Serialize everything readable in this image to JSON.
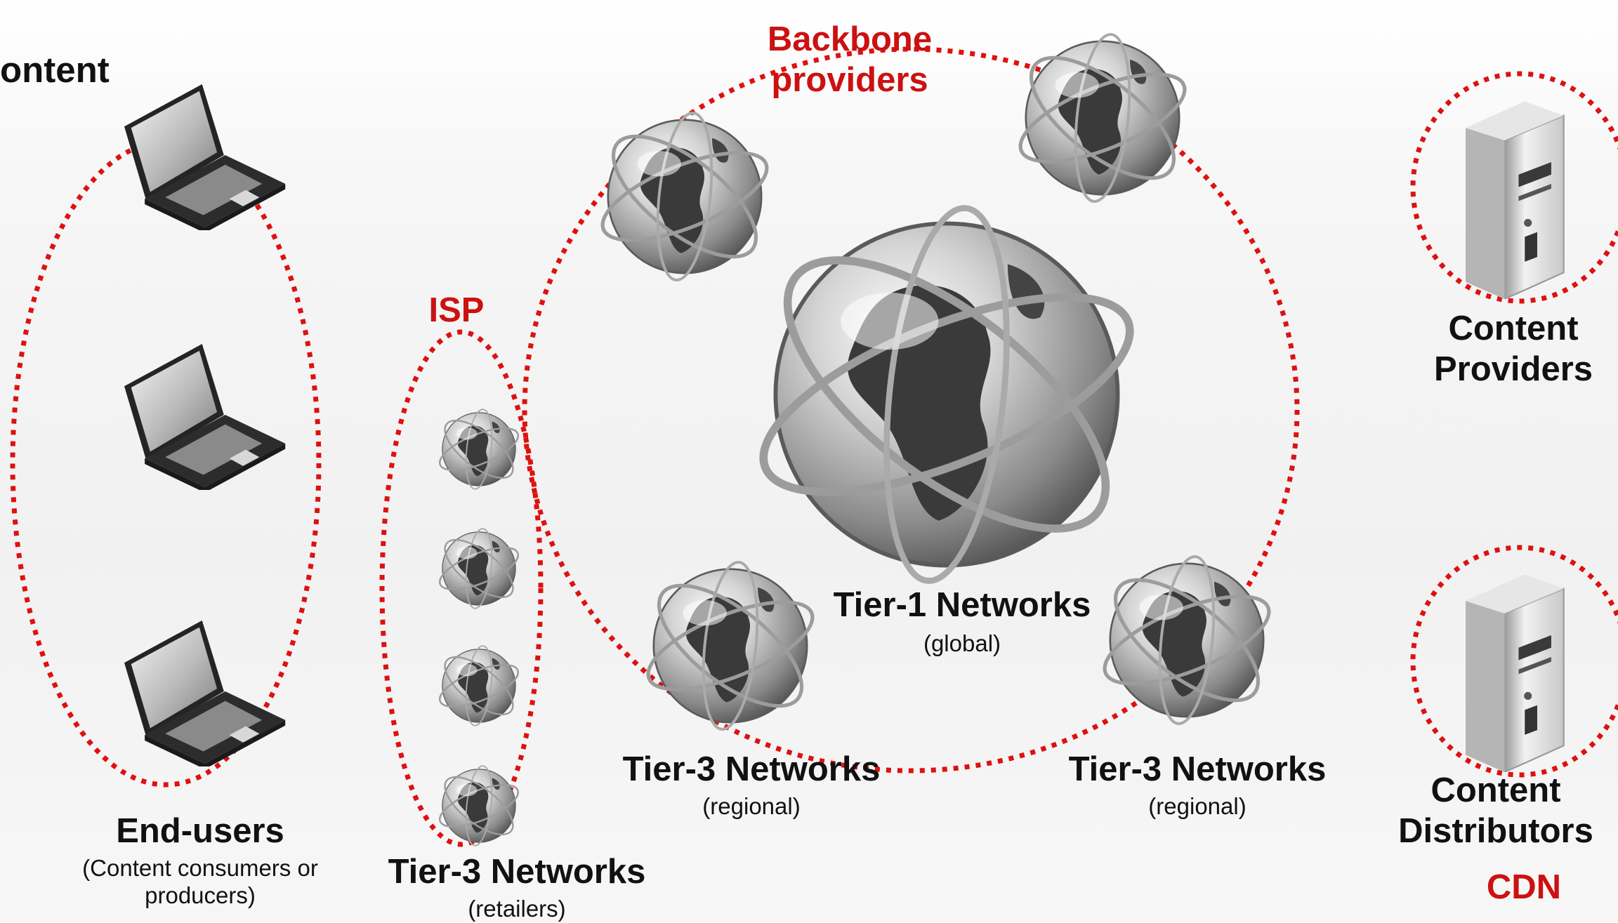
{
  "heading": "ontent",
  "labels": {
    "backbone_providers": "Backbone providers",
    "isp": "ISP",
    "cdn": "CDN",
    "tier1": {
      "name": "Tier-1 Networks",
      "scope": "(global)"
    },
    "tier3_left": {
      "name": "Tier-3 Networks",
      "scope": "(regional)"
    },
    "tier3_right": {
      "name": "Tier-3 Networks",
      "scope": "(regional)"
    },
    "tier3_retail": {
      "name": "Tier-3 Networks",
      "scope": "(retailers)"
    },
    "end_users": {
      "name": "End-users",
      "desc": "(Content consumers or producers)"
    },
    "content_providers": "Content Providers",
    "content_distributors": "Content Distributors"
  },
  "colors": {
    "accent": "#cc1111",
    "text": "#111111"
  },
  "icons": {
    "laptop": "laptop-icon",
    "globe": "globe-icon",
    "server": "server-icon"
  }
}
